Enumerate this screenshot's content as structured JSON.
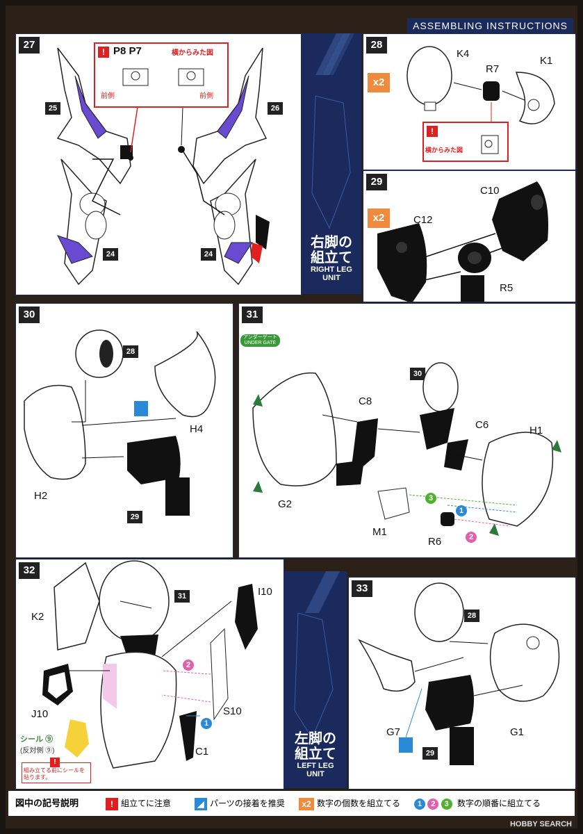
{
  "header": {
    "title": "ASSEMBLING INSTRUCTIONS"
  },
  "steps": {
    "s27": {
      "num": "27",
      "warn_parts": "P8 P7",
      "side_view": "横からみた図",
      "front_left": "前側",
      "front_right": "前側",
      "p25": "25",
      "p26": "26",
      "p24a": "24",
      "p24b": "24"
    },
    "s28": {
      "num": "28",
      "qty": "x2",
      "k4": "K4",
      "r7": "R7",
      "k1": "K1",
      "side_view": "横からみた図"
    },
    "s29": {
      "num": "29",
      "qty": "x2",
      "c10": "C10",
      "c12": "C12",
      "r5": "R5"
    },
    "s30": {
      "num": "30",
      "p28": "28",
      "h4": "H4",
      "h2": "H2",
      "p29": "29"
    },
    "s31": {
      "num": "31",
      "under_gate_jp": "アンダーゲート",
      "under_gate_en": "UNDER GATE",
      "p30": "30",
      "c8": "C8",
      "c6": "C6",
      "h1": "H1",
      "g2": "G2",
      "m1": "M1",
      "r6": "R6",
      "n1": "1",
      "n2": "2",
      "n3": "3"
    },
    "s32": {
      "num": "32",
      "k2": "K2",
      "p31": "31",
      "i10": "I10",
      "j10": "J10",
      "s10": "S10",
      "c1": "C1",
      "n1": "1",
      "n2": "2",
      "seal": "シール",
      "seal_num": "⑨",
      "seal_side": "(反対側 ⑨)",
      "seal_note": "組み立てる前にシールを貼ります。"
    },
    "s33": {
      "num": "33",
      "p28": "28",
      "g7": "G7",
      "g1": "G1",
      "p29": "29"
    }
  },
  "bands": {
    "right": {
      "jp1": "右脚の",
      "jp2": "組立て",
      "en1": "RIGHT LEG",
      "en2": "UNIT"
    },
    "left": {
      "jp1": "左脚の",
      "jp2": "組立て",
      "en1": "LEFT LEG",
      "en2": "UNIT"
    }
  },
  "legend": {
    "title": "図中の記号説明",
    "caution": "組立てに注意",
    "glue": "パーツの接着を推奨",
    "qty_icon": "x2",
    "qty": "数字の個数を組立てる",
    "n1": "1",
    "n2": "2",
    "n3": "3",
    "order": "数字の順番に組立てる"
  },
  "watermark": "HOBBY SEARCH",
  "colors": {
    "navy": "#1b2a5c",
    "orange": "#f08a3c",
    "red": "#e02020",
    "blue": "#2a8ad8",
    "pink": "#e060b0",
    "green": "#50b030",
    "purple": "#6a4ad0"
  }
}
